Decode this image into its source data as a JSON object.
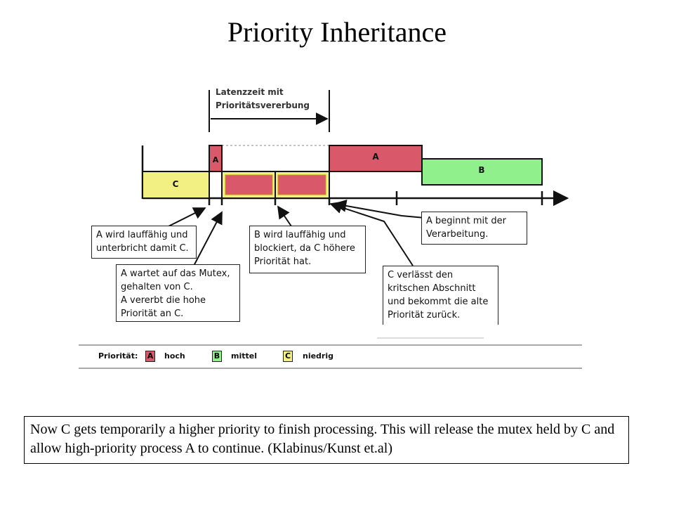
{
  "title": "Priority Inheritance",
  "latency_label": [
    "Latenzzeit mit",
    "Prioritätsvererbung"
  ],
  "tasks": {
    "a": "A",
    "b": "B",
    "c": "C"
  },
  "callouts": {
    "a_runnable": [
      "A wird lauffähig und",
      "unterbricht damit C."
    ],
    "a_waits": [
      "A wartet auf das Mutex,",
      "gehalten von C.",
      "A vererbt die hohe",
      "Priorität an C."
    ],
    "b_runnable": [
      "B wird lauffähig und",
      "blockiert,  da C höhere",
      "Priorität hat."
    ],
    "c_leaves": [
      "C verlässt den",
      "kritschen Abschnitt",
      "und bekommt die alte",
      "Priorität zurück."
    ],
    "a_begins": [
      "A beginnt mit der",
      "Verarbeitung."
    ]
  },
  "legend": {
    "label": "Priorität:",
    "items": [
      {
        "key": "A",
        "text": "hoch",
        "color": "#d9596a"
      },
      {
        "key": "B",
        "text": "mittel",
        "color": "#8ff08c"
      },
      {
        "key": "C",
        "text": "niedrig",
        "color": "#f2f082"
      }
    ]
  },
  "caption": "Now C gets temporarily a higher priority to finish processing. This will release the mutex held by C and allow high-priority process A to continue. (Klabinus/Kunst et.al)"
}
